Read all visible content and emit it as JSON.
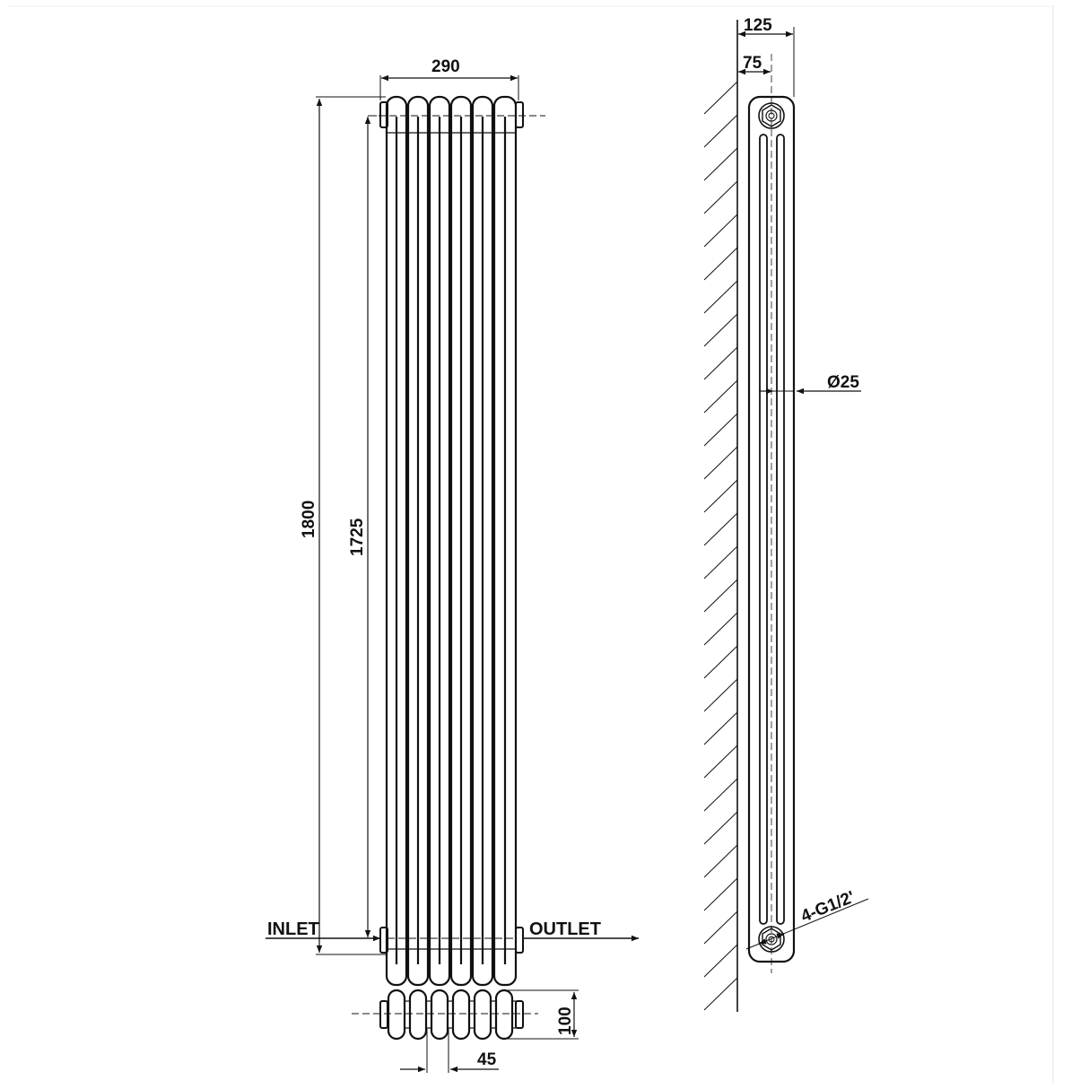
{
  "drawing": {
    "title": "Vertical column radiator technical drawing",
    "stroke_color": "#111111",
    "background": "#ffffff",
    "front_view": {
      "width_label": "290",
      "height_label": "1800",
      "pipe_centres_label": "1725",
      "inlet_label": "INLET",
      "outlet_label": "OUTLET",
      "columns": 6
    },
    "plan_view": {
      "depth_label": "100",
      "column_pitch_label": "45"
    },
    "side_view": {
      "overall_depth_label": "125",
      "wall_to_centre_label": "75",
      "tube_diameter_label": "Ø25",
      "connection_label": "4-G1/2'"
    }
  }
}
